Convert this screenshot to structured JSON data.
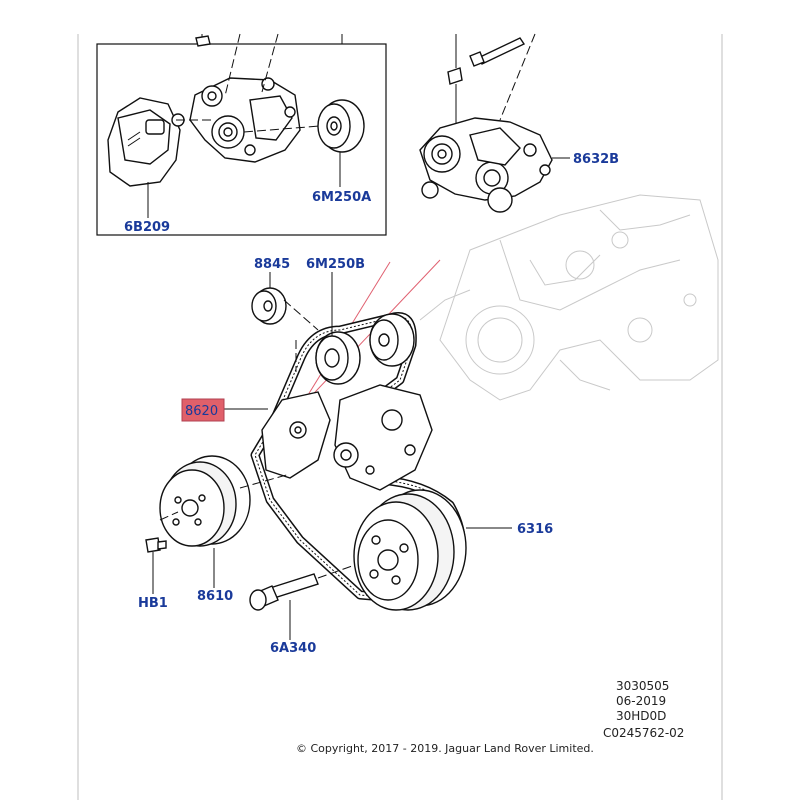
{
  "callouts": {
    "c_top_left": "",
    "c_top_mid": "",
    "c_top_right": "",
    "c_6B209": "6B209",
    "c_6M250A": "6M250A",
    "c_8632B": "8632B",
    "c_8845": "8845",
    "c_6M250B": "6M250B",
    "c_8620": "8620",
    "c_6316": "6316",
    "c_HB1": "HB1",
    "c_8610": "8610",
    "c_6A340": "6A340"
  },
  "highlight_color": "#e0606a",
  "callout_color": "#1a3a9a",
  "reference_block": {
    "line1": "3030505",
    "line2": "06-2019",
    "line3": "30HD0D",
    "line4": "C0245762-02"
  },
  "copyright": "© Copyright, 2017 - 2019. Jaguar Land Rover Limited."
}
